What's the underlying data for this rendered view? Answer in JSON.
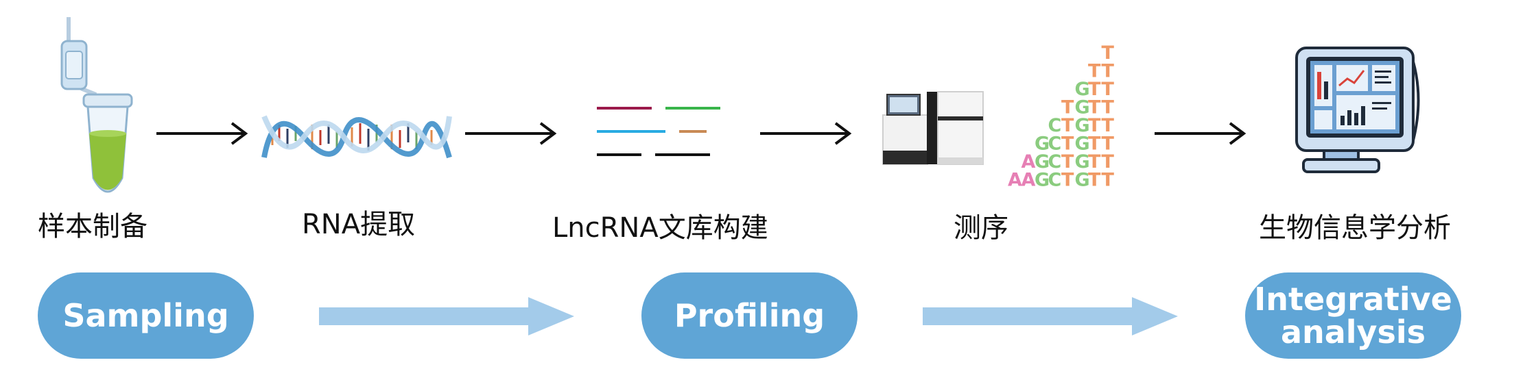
{
  "steps": [
    {
      "label": "样本制备",
      "icon": "test-tube-icon"
    },
    {
      "label": "RNA提取",
      "icon": "rna-helix-icon"
    },
    {
      "label": "LncRNA文库构建",
      "icon": "library-fragments-icon"
    },
    {
      "label": "测序",
      "icon": "sequencer-icon"
    },
    {
      "label": "生物信息学分析",
      "icon": "computer-monitor-icon"
    }
  ],
  "phases": [
    {
      "label": "Sampling"
    },
    {
      "label": "Profiling"
    },
    {
      "label": "Integrative analysis"
    }
  ],
  "phase_lines": {
    "integrative_1": "Integrative",
    "integrative_2": "analysis"
  },
  "sequence_pyramid": [
    "T",
    "TT",
    "GTT",
    "TGTT",
    "CTGTT",
    "GCTGTT",
    "AGCTGTT",
    "AAGCTGTT"
  ],
  "colors": {
    "pill": "#5fa5d6",
    "big_arrow": "#a3cbea",
    "A": "#e67fb4",
    "G": "#8bcc7f",
    "C": "#8bcc7f",
    "T": "#f09a66"
  }
}
